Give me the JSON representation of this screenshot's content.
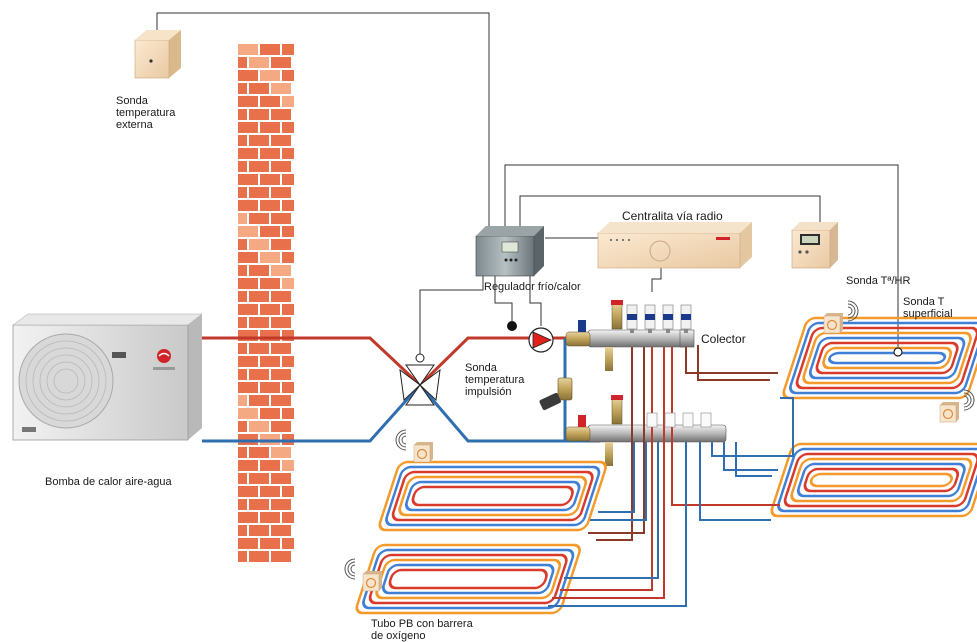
{
  "labels": {
    "sonda_externa": [
      "Sonda",
      "temperatura",
      "externa"
    ],
    "centralita": "Centralita vía radio",
    "regulador": "Regulador frío/calor",
    "sonda_thr": "Sonda Tª/HR",
    "sonda_superficial": [
      "Sonda T",
      "superficial"
    ],
    "colector": "Colector",
    "sonda_impulsion": [
      "Sonda",
      "temperatura",
      "impulsión"
    ],
    "bomba": "Bomba de calor aire-agua",
    "tubo": [
      "Tubo PB con barrera",
      "de oxígeno"
    ]
  },
  "colors": {
    "brick": "#e8704a",
    "brick_light": "#f4a983",
    "mortar": "#ffffff",
    "supply_pipe": "#c0392b",
    "return_pipe": "#2f6fb0",
    "floor_orange": "#f39a2a",
    "floor_red": "#d93a2b",
    "floor_blue": "#3f7fd6",
    "wire": "#333333",
    "pump_red": "#e0201b"
  },
  "icons": [
    "wifi-signal-icon",
    "room-thermostat-icon",
    "pump-icon",
    "three-way-valve-icon"
  ]
}
